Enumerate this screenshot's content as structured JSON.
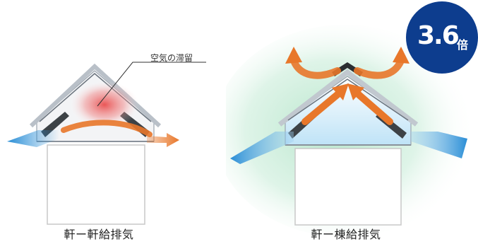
{
  "callout": {
    "label": "空気の滞留"
  },
  "left_diagram": {
    "caption": "軒ー軒給排気"
  },
  "right_diagram": {
    "caption": "軒ー棟給排気"
  },
  "badge": {
    "value": "3.6",
    "unit": "倍"
  },
  "colors": {
    "intake_blue": "#2a8ed6",
    "exhaust_orange": "#e8772a",
    "stagnant_red": "#e83a3a",
    "badge_navy": "#0d3d8e",
    "ventilated_green": "#b8e6cc"
  }
}
